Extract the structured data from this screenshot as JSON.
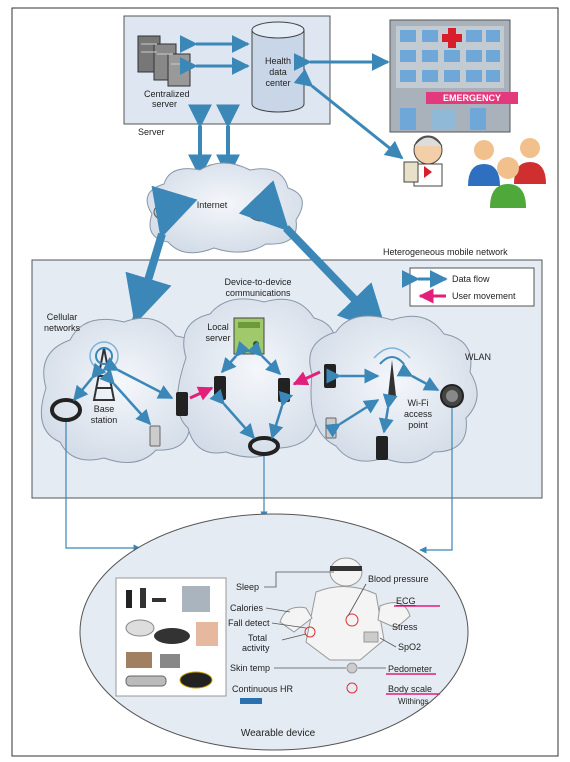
{
  "server": {
    "title": "Server",
    "centralized_server_line1": "Centralized",
    "centralized_server_line2": "server",
    "health_line1": "Health",
    "health_line2": "data",
    "health_line3": "center"
  },
  "hospital": {
    "sign": "EMERGENCY"
  },
  "internet": {
    "label": "Internet"
  },
  "network": {
    "title": "Heterogeneous mobile network",
    "d2d_line1": "Device-to-device",
    "d2d_line2": "communications",
    "cellular_line1": "Cellular",
    "cellular_line2": "networks",
    "local_server_line1": "Local",
    "local_server_line2": "server",
    "base_station_line1": "Base",
    "base_station_line2": "station",
    "wlan": "WLAN",
    "wifi_line1": "Wi-Fi",
    "wifi_line2": "access",
    "wifi_line3": "point"
  },
  "legend": {
    "data_flow": "Data flow",
    "user_movement": "User movement",
    "data_flow_color": "#3a87b8",
    "user_movement_color": "#e0207a"
  },
  "wearable": {
    "title": "Wearable device",
    "sleep": "Sleep",
    "blood_pressure": "Blood pressure",
    "calories": "Calories",
    "fall_detect": "Fall detect",
    "ecg": "ECG",
    "stress": "Stress",
    "total_line1": "Total",
    "total_line2": "activity",
    "spo2": "SpO2",
    "skin_temp": "Skin temp",
    "pedometer": "Pedometer",
    "continuous_hr": "Continuous HR",
    "body_scale": "Body scale",
    "withings": "Withings"
  }
}
